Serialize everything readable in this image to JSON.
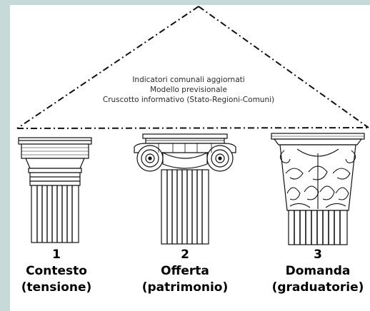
{
  "roof": {
    "lines": [
      "Indicatori comunali aggiornati",
      "Modello previsionale",
      "Cruscotto informativo (Stato-Regioni-Comuni)"
    ]
  },
  "pillars": [
    {
      "number": "1",
      "title": "Contesto",
      "subtitle": "(tensione)",
      "order": "doric"
    },
    {
      "number": "2",
      "title": "Offerta",
      "subtitle": "(patrimonio)",
      "order": "ionic"
    },
    {
      "number": "3",
      "title": "Domanda",
      "subtitle": "(graduatorie)",
      "order": "corinthian"
    }
  ]
}
